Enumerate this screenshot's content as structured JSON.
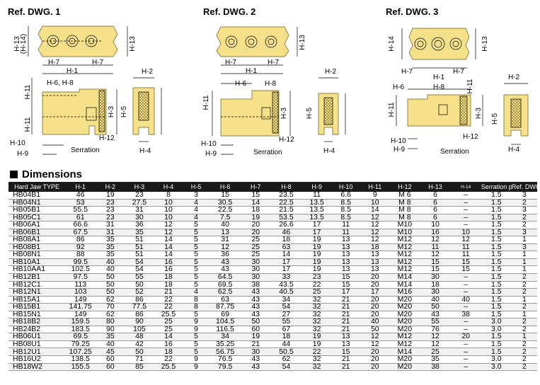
{
  "refs": {
    "dwg1": "Ref. DWG. 1",
    "dwg2": "Ref. DWG. 2",
    "dwg3": "Ref. DWG. 3"
  },
  "labels": {
    "h1": "H-1",
    "h2": "H-2",
    "h3": "H-3",
    "h4": "H-4",
    "h5": "H-5",
    "h6": "H-6",
    "h7": "H-7",
    "h8": "H-8",
    "h9": "H-9",
    "h10": "H-10",
    "h11": "H-11",
    "h12": "H-12",
    "h13": "H-13",
    "h14": "H-14",
    "h13_14": "(H-14)",
    "h6_8": "H-6, H-8",
    "serration": "Serration"
  },
  "colors": {
    "jaw": "#f6e08a",
    "jaw_edge": "#6a5a1a",
    "header_bg": "#1a1a1a"
  },
  "section": {
    "title": "Dimensions"
  },
  "table": {
    "headers": [
      "Hard Jaw TYPE",
      "H-1",
      "H-2",
      "H-3",
      "H-4",
      "H-5",
      "H-6",
      "H-7",
      "H-8",
      "H-9",
      "H-10",
      "H-11",
      "H-12",
      "H-13",
      "H-14",
      "Serration pitch",
      "Ref. DWG."
    ],
    "rows": [
      [
        "HB04B1",
        "46",
        "19",
        "23",
        "8",
        "3",
        "15",
        "15",
        "23.5",
        "11",
        "6.6",
        "9",
        "M 6",
        "6",
        "–",
        "1.5",
        "3"
      ],
      [
        "HB04N1",
        "53",
        "23",
        "27.5",
        "10",
        "4",
        "30.5",
        "14",
        "22.5",
        "13.5",
        "8.5",
        "10",
        "M 8",
        "6",
        "–",
        "1.5",
        "2"
      ],
      [
        "HB05B1",
        "55.5",
        "23",
        "31",
        "10",
        "4",
        "22.5",
        "18",
        "21.5",
        "13.5",
        "8.5",
        "14",
        "M 8",
        "6",
        "–",
        "1.5",
        "3"
      ],
      [
        "HB05C1",
        "61",
        "23",
        "30",
        "10",
        "4",
        "7.5",
        "19",
        "53.5",
        "13.5",
        "8.5",
        "12",
        "M 8",
        "6",
        "–",
        "1.5",
        "2"
      ],
      [
        "HB06A1",
        "66.6",
        "31",
        "36",
        "12",
        "5",
        "40",
        "20",
        "26.6",
        "17",
        "11",
        "12",
        "M10",
        "10",
        "–",
        "1.5",
        "2"
      ],
      [
        "HB06B1",
        "67.5",
        "31",
        "35",
        "12",
        "5",
        "13",
        "20",
        "46",
        "17",
        "11",
        "12",
        "M10",
        "16",
        "10",
        "1.5",
        "3"
      ],
      [
        "HB08A1",
        "86",
        "35",
        "51",
        "14",
        "5",
        "31",
        "25",
        "18",
        "19",
        "13",
        "12",
        "M12",
        "12",
        "12",
        "1.5",
        "1"
      ],
      [
        "HB08B1",
        "92",
        "35",
        "51",
        "14",
        "5",
        "12",
        "25",
        "63",
        "19",
        "13",
        "18",
        "M12",
        "11",
        "11",
        "1.5",
        "3"
      ],
      [
        "HB08N1",
        "88",
        "35",
        "51",
        "14",
        "5",
        "36",
        "25",
        "14",
        "19",
        "13",
        "13",
        "M12",
        "12",
        "11",
        "1.5",
        "1"
      ],
      [
        "HB10A1",
        "99.5",
        "40",
        "54",
        "16",
        "5",
        "43",
        "30",
        "17",
        "19",
        "13",
        "13",
        "M12",
        "15",
        "15",
        "1.5",
        "1"
      ],
      [
        "HB10AA1",
        "102.5",
        "40",
        "54",
        "16",
        "5",
        "43",
        "30",
        "17",
        "19",
        "13",
        "13",
        "M12",
        "15",
        "15",
        "1.5",
        "1"
      ],
      [
        "HB12B1",
        "97.5",
        "50",
        "55",
        "18",
        "5",
        "64.5",
        "30",
        "33",
        "23",
        "15",
        "20",
        "M14",
        "30",
        "–",
        "1.5",
        "2"
      ],
      [
        "HB12C1",
        "113",
        "50",
        "50",
        "18",
        "5",
        "69.5",
        "38",
        "43.5",
        "22",
        "15",
        "20",
        "M14",
        "18",
        "–",
        "1.5",
        "2"
      ],
      [
        "HB12N1",
        "103",
        "50",
        "52",
        "21",
        "4",
        "62.5",
        "43",
        "40.5",
        "25",
        "17",
        "17",
        "M16",
        "30",
        "–",
        "1.5",
        "2"
      ],
      [
        "HB15A1",
        "149",
        "62",
        "86",
        "22",
        "8",
        "63",
        "43",
        "34",
        "32",
        "21",
        "20",
        "M20",
        "40",
        "40",
        "1.5",
        "1"
      ],
      [
        "HB15B1",
        "141.75",
        "70",
        "77.5",
        "22",
        "8",
        "87.75",
        "43",
        "54",
        "32",
        "21",
        "20",
        "M20",
        "50",
        "–",
        "1.5",
        "2"
      ],
      [
        "HB15N1",
        "149",
        "62",
        "86",
        "25.5",
        "5",
        "69",
        "43",
        "27",
        "32",
        "21",
        "20",
        "M20",
        "43",
        "38",
        "1.5",
        "1"
      ],
      [
        "HB18B2",
        "159.5",
        "80",
        "90",
        "25",
        "9",
        "104.5",
        "50",
        "55",
        "32",
        "21",
        "40",
        "M20",
        "55",
        "–",
        "3.0",
        "2"
      ],
      [
        "HB24B2",
        "183.5",
        "90",
        "105",
        "25",
        "9",
        "116.5",
        "60",
        "67",
        "32",
        "21",
        "50",
        "M20",
        "76",
        "–",
        "3.0",
        "2"
      ],
      [
        "HB06U1",
        "69.5",
        "35",
        "48",
        "14",
        "5",
        "34",
        "19",
        "18",
        "19",
        "13",
        "12",
        "M12",
        "12",
        "20",
        "1.5",
        "1"
      ],
      [
        "HB08U1",
        "79.25",
        "40",
        "42",
        "16",
        "5",
        "35.25",
        "21",
        "44",
        "19",
        "13",
        "12",
        "M12",
        "12",
        "–",
        "1.5",
        "2"
      ],
      [
        "HB12U1",
        "107.25",
        "45",
        "50",
        "18",
        "5",
        "56.75",
        "30",
        "50.5",
        "22",
        "15",
        "20",
        "M14",
        "25",
        "–",
        "1.5",
        "2"
      ],
      [
        "HB16U2",
        "138.5",
        "60",
        "71",
        "22",
        "9",
        "76.5",
        "43",
        "62",
        "32",
        "21",
        "20",
        "M20",
        "35",
        "–",
        "3.0",
        "2"
      ],
      [
        "HB18W2",
        "155.5",
        "60",
        "85",
        "25.5",
        "9",
        "79.5",
        "43",
        "54",
        "32",
        "21",
        "20",
        "M20",
        "38",
        "–",
        "3.0",
        "2"
      ]
    ]
  }
}
